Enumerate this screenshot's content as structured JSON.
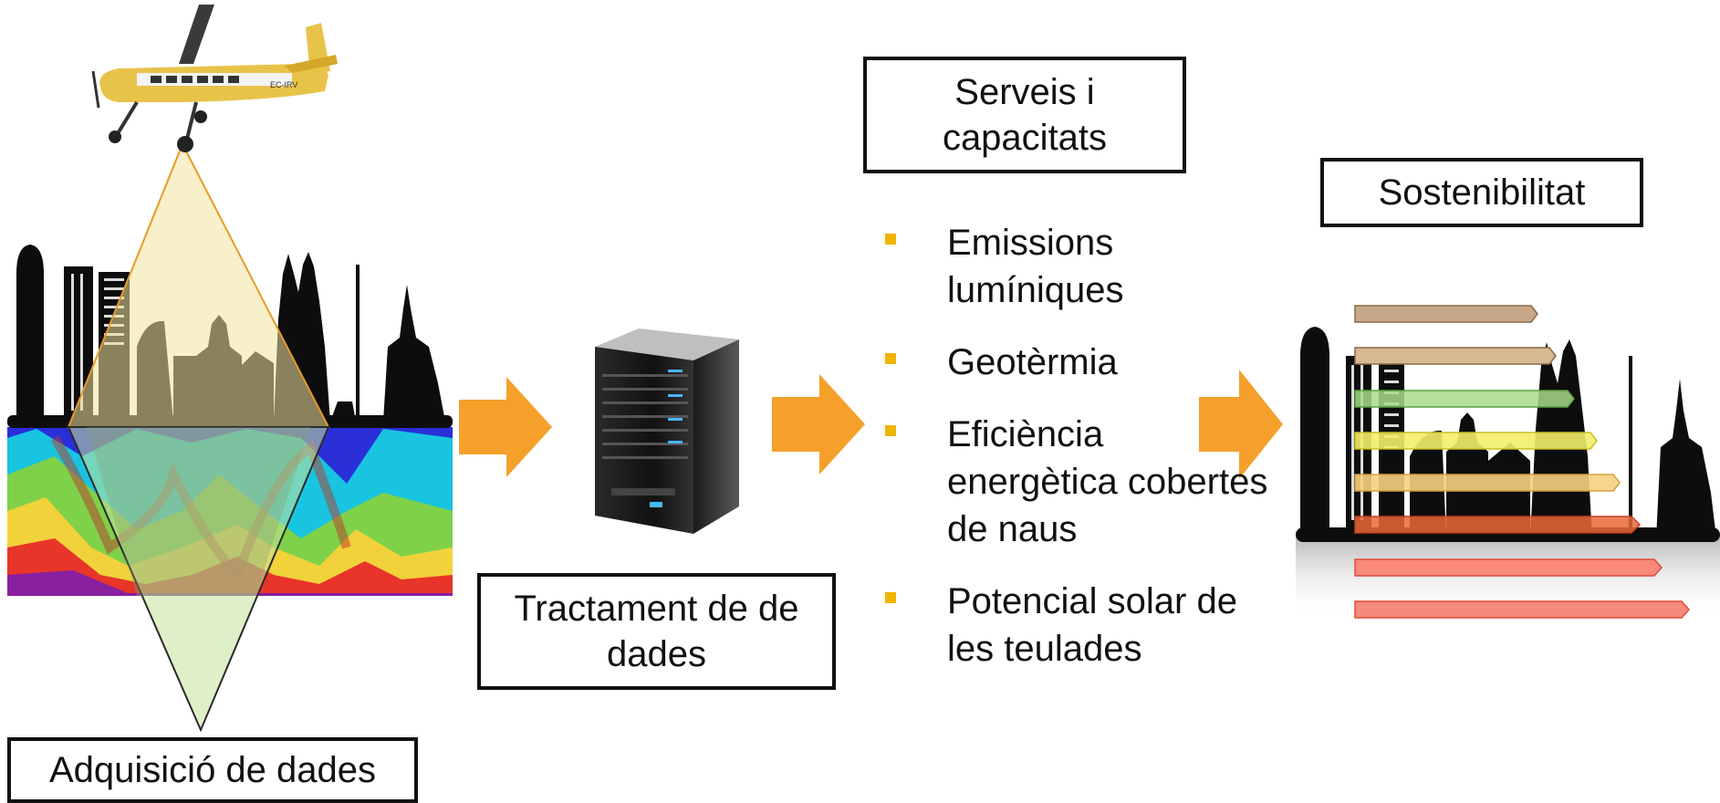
{
  "labels": {
    "acquisition": "Adquisició de dades",
    "processing": "Tractament de de\ndades",
    "services": "Serveis i\ncapacitats",
    "sustainability": "Sostenibilitat"
  },
  "bullets": [
    {
      "text": "Emissions lumíniques"
    },
    {
      "text": "Geotèrmia"
    },
    {
      "text": "Eficiència energètica cobertes de naus"
    },
    {
      "text": "Potencial solar de les teulades"
    }
  ],
  "airplane": {
    "registration": "EC-IRV"
  },
  "colors": {
    "arrow": "#f5a02a",
    "bullet": "#f0b400",
    "beam": "#f3e3a0",
    "cone_below": "#c5e39a"
  }
}
